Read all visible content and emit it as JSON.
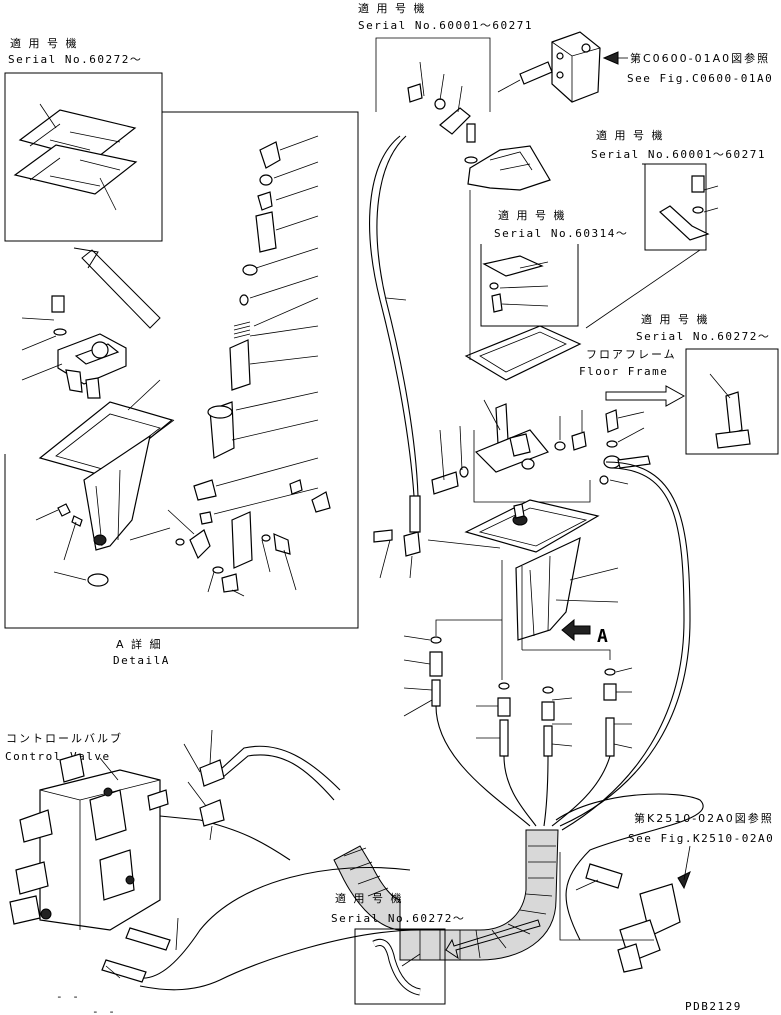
{
  "labels": {
    "serial_60001_top_jp": "適 用 号 機",
    "serial_60001_top": "Serial No.60001～60271",
    "fig_c0600_jp": "第C0600-01A0図参照",
    "fig_c0600_en": "See Fig.C0600-01A0",
    "serial_60272_left_jp": "適 用 号 機",
    "serial_60272_left": "Serial No.60272～",
    "serial_60001_right_jp": "適 用 号 機",
    "serial_60001_right": "Serial No.60001～60271",
    "serial_60314_jp": "適 用 号 機",
    "serial_60314": "Serial No.60314～",
    "serial_60272_right_jp": "適 用 号 機",
    "serial_60272_right": "Serial No.60272～",
    "floor_frame_jp": "フロアフレーム",
    "floor_frame_en": "Floor Frame",
    "detail_a_jp": "A 詳 細",
    "detail_a_en": "DetailA",
    "arrow_a": "A",
    "control_valve_jp": "コントロールバルブ",
    "control_valve_en": "Control Valve",
    "fig_k2510_jp": "第K2510-02A0図参照",
    "fig_k2510_en": "See Fig.K2510-02A0",
    "serial_60272_bottom_jp": "適 用 号 機",
    "serial_60272_bottom": "Serial No.60272～",
    "drawing_number": "PDB2129"
  },
  "colors": {
    "line": "#000000",
    "background": "#ffffff",
    "shade": "#d8d8d8"
  }
}
